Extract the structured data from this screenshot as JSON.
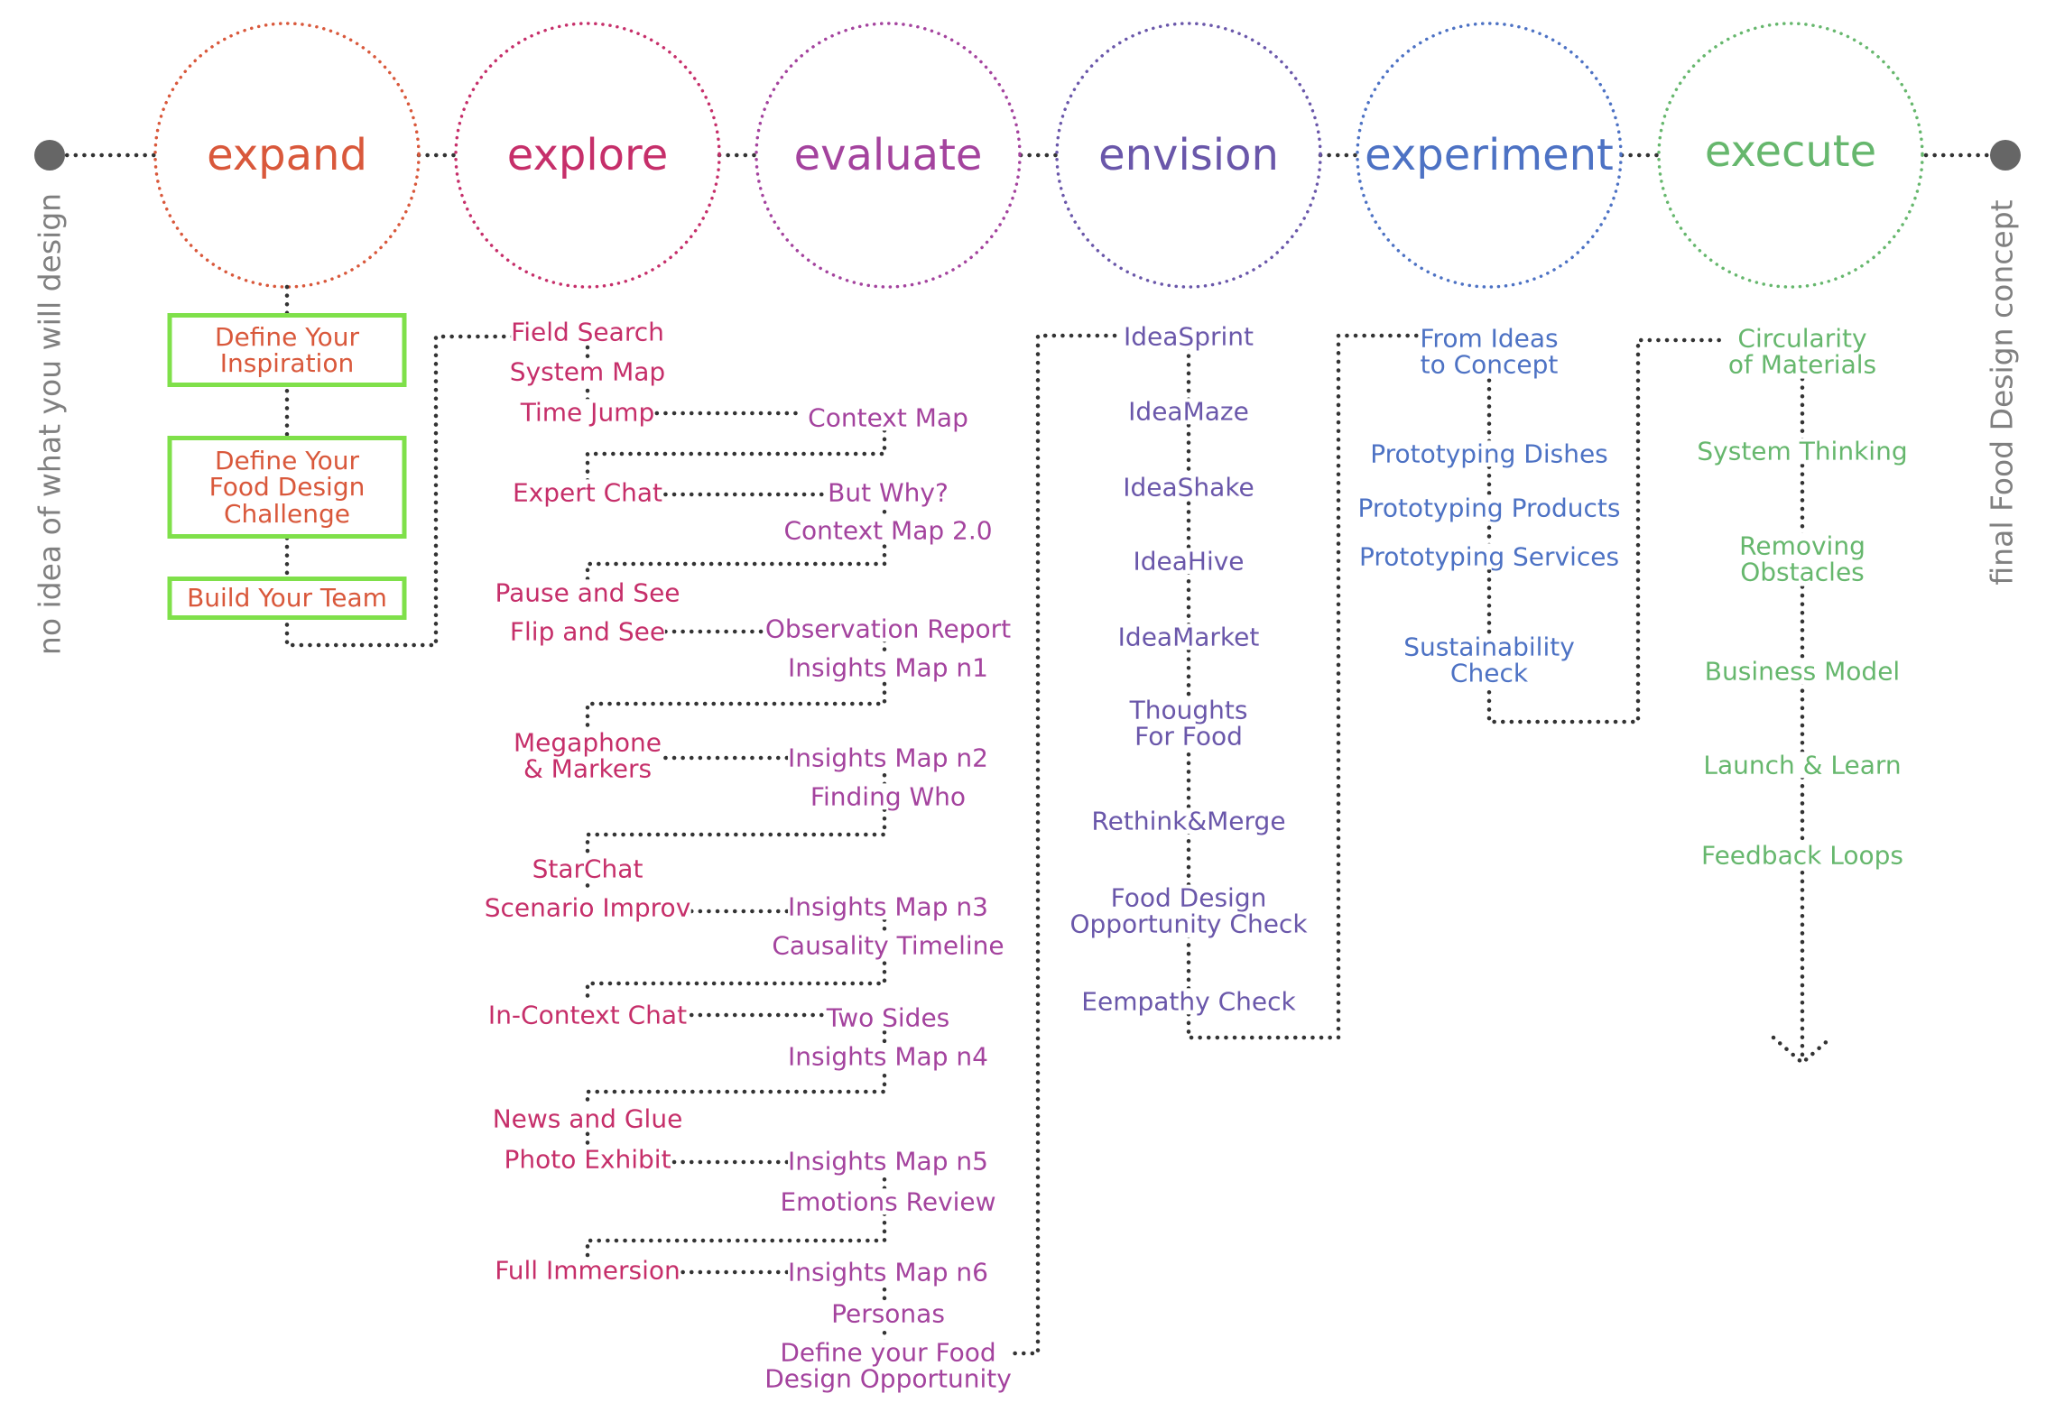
{
  "start_label": "no idea of what you will design",
  "end_label": "final Food Design concept",
  "phases": [
    {
      "name": "expand",
      "color": "#d9583b"
    },
    {
      "name": "explore",
      "color": "#c62f6a"
    },
    {
      "name": "evaluate",
      "color": "#a4439e"
    },
    {
      "name": "envision",
      "color": "#6a57aa"
    },
    {
      "name": "experiment",
      "color": "#4d72c4"
    },
    {
      "name": "execute",
      "color": "#66b76d"
    }
  ],
  "highlight_color": "#7fe04a",
  "connector_color": "#333333",
  "expand_items": [
    "Define Your\nInspiration",
    "Define Your\nFood Design\nChallenge",
    "Build Your Team"
  ],
  "explore_items": [
    "Field Search",
    "System Map",
    "Time Jump",
    "Expert Chat",
    "Pause and See",
    "Flip and See",
    "Megaphone\n& Markers",
    "StarChat",
    "Scenario Improv",
    "In-Context Chat",
    "News and Glue",
    "Photo Exhibit",
    "Full Immersion"
  ],
  "evaluate_items": [
    "Context Map",
    "But Why?",
    "Context Map 2.0",
    "Observation Report",
    "Insights Map n1",
    "Insights Map n2",
    "Finding Who",
    "Insights Map n3",
    "Causality Timeline",
    "Two Sides",
    "Insights Map n4",
    "Insights Map n5",
    "Emotions Review",
    "Insights Map n6",
    "Personas",
    "Define your Food\nDesign Opportunity"
  ],
  "envision_items": [
    "IdeaSprint",
    "IdeaMaze",
    "IdeaShake",
    "IdeaHive",
    "IdeaMarket",
    "Thoughts\nFor Food",
    "Rethink&Merge",
    "Food Design\nOpportunity Check",
    "Eempathy Check"
  ],
  "experiment_items": [
    "From Ideas\nto Concept",
    "Prototyping Dishes",
    "Prototyping Products",
    "Prototyping Services",
    "Sustainability\nCheck"
  ],
  "execute_items": [
    "Circularity\nof Materials",
    "System Thinking",
    "Removing\nObstacles",
    "Business Model",
    "Launch & Learn",
    "Feedback Loops"
  ]
}
